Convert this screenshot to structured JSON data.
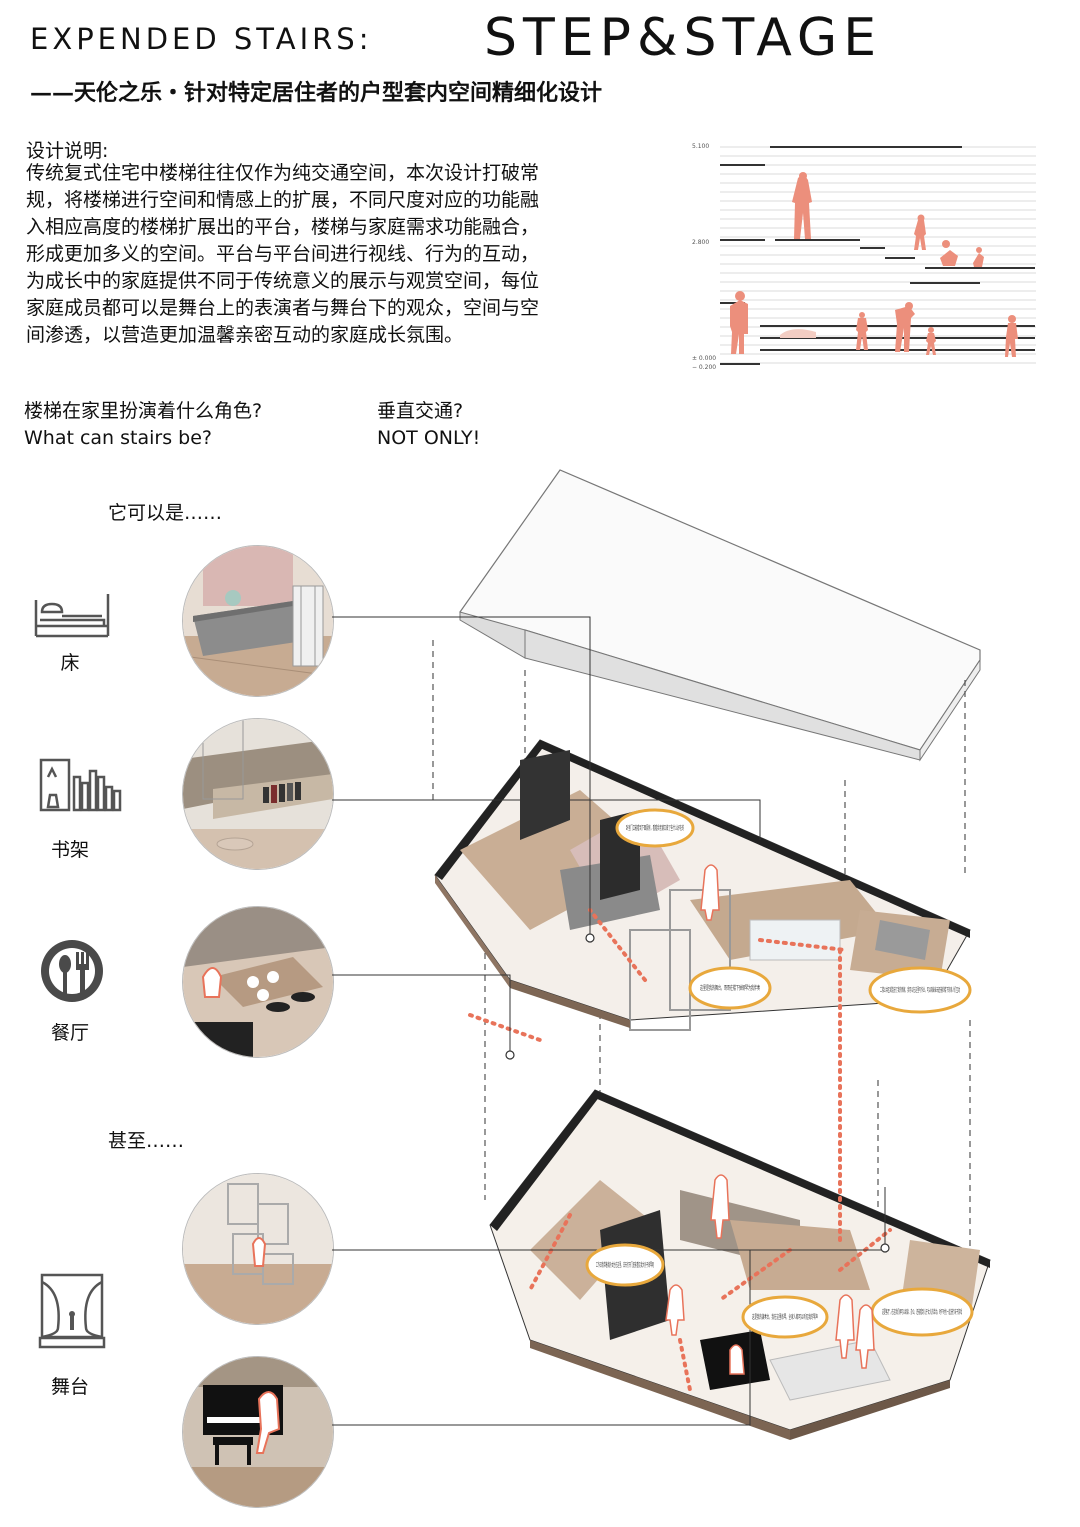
{
  "header": {
    "left": "EXPENDED STAIRS:",
    "right": "STEP&STAGE",
    "subtitle": "——天伦之乐・针对特定居住者的户型套内空间精细化设计"
  },
  "description": {
    "title": "设计说明:",
    "lines": [
      "传统复式住宅中楼梯往往仅作为纯交通空间，本次设计打破常",
      "规，将楼梯进行空间和情感上的扩展，不同尺度对应的功能融",
      "入相应高度的楼梯扩展出的平台，楼梯与家庭需求功能融合，",
      "形成更加多义的空间。平台与平台间进行视线、行为的互动，",
      "为成长中的家庭提供不同于传统意义的展示与观赏空间，每位",
      "家庭成员都可以是舞台上的表演者与舞台下的观众，空间与空",
      "间渗透，以营造更加温馨亲密互动的家庭成长氛围。"
    ]
  },
  "section_chart": {
    "levels": [
      "5.100",
      "2.800",
      "± 0.000",
      "− 0.200"
    ]
  },
  "questions": {
    "q1_cn": "楼梯在家里扮演着什么角色?",
    "q1_en": "What can stairs be?",
    "q2_cn": "垂直交通?",
    "q2_en": "NOT ONLY!"
  },
  "labels": {
    "can_be": "它可以是……",
    "even": "甚至……"
  },
  "functions": [
    {
      "icon": "bed-icon",
      "label": "床"
    },
    {
      "icon": "bookshelf-icon",
      "label": "书架"
    },
    {
      "icon": "dining-icon",
      "label": "餐厅"
    },
    {
      "icon": "stage-icon",
      "label": "舞台"
    }
  ],
  "bubbles": {
    "b1": "卧室门口能看到下面厨房，看看我老婆又做了些什么好吃的",
    "b2": "这里是我的舞台，哥哥在楼下弹钢琴为我伴奏",
    "b3": "二楼公共区域连进了我的新家，我可以在这里写作业，可以陪妹妹玩还能和楼下的家人们互动",
    "b4": "工作日我带着我孙女住在这里，白天打开门还能看见我大孙子练琴呢",
    "b5": "这是我的演奏台，我在这里练琴，全家人都可以听见我的琴声",
    "b6": "这是客厅，在这我们俩可以阅读、办公，还能看到儿子女儿的活动，时不时也一起进行亲子游戏"
  },
  "colors": {
    "accent": "#e8735a",
    "figure": "#ec9f8f",
    "wood": "#c9a98a",
    "dark": "#2a2a2a"
  }
}
